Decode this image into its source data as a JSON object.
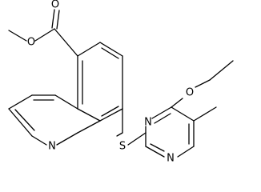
{
  "molecule": {
    "atoms": {
      "ester_carbonyl_o": "O",
      "ester_ether_o": "O",
      "quinoline_n": "N",
      "thioether_s": "S",
      "pyrimidine_n3": "N",
      "pyrimidine_n1": "N",
      "ethoxy_o": "O"
    }
  }
}
